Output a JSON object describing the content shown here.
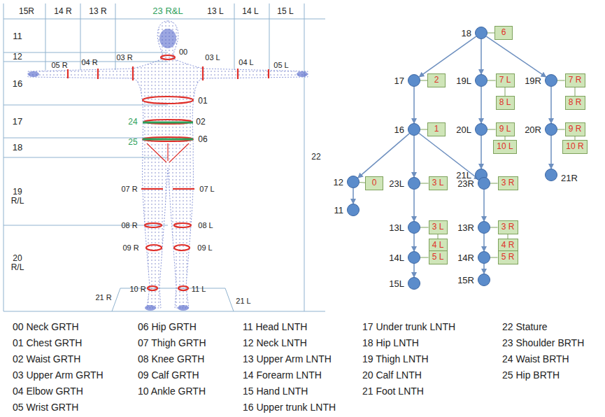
{
  "diagram": {
    "nodes": [
      {
        "text": [
          "18"
        ]
      },
      {
        "text": [
          "6"
        ]
      },
      {
        "text": [
          "17"
        ]
      },
      {
        "text": [
          "2"
        ]
      },
      {
        "text": [
          "19L"
        ]
      },
      {
        "text": [
          "7 L"
        ]
      },
      {
        "text": [
          "8 L"
        ]
      },
      {
        "text": [
          "19R"
        ]
      },
      {
        "text": [
          "7 R"
        ]
      },
      {
        "text": [
          "8 R"
        ]
      },
      {
        "text": [
          "16"
        ]
      },
      {
        "text": [
          "1"
        ]
      },
      {
        "text": [
          "20L"
        ]
      },
      {
        "text": [
          "9 L"
        ]
      },
      {
        "text": [
          "10 L"
        ]
      },
      {
        "text": [
          "20R"
        ]
      },
      {
        "text": [
          "9 R"
        ]
      },
      {
        "text": [
          "10 R"
        ]
      },
      {
        "text": [
          "21L"
        ]
      },
      {
        "text": [
          "21R"
        ]
      },
      {
        "text": [
          "12"
        ]
      },
      {
        "text": [
          "0"
        ]
      },
      {
        "text": [
          "23L"
        ]
      },
      {
        "text": [
          "3 L"
        ]
      },
      {
        "text": [
          "23R"
        ]
      },
      {
        "text": [
          "3 R"
        ]
      },
      {
        "text": [
          "11"
        ]
      },
      {
        "text": [
          "13L"
        ]
      },
      {
        "text": [
          "3 L"
        ]
      },
      {
        "text": [
          "4 L"
        ]
      },
      {
        "text": [
          "13R"
        ]
      },
      {
        "text": [
          "3 R"
        ]
      },
      {
        "text": [
          "4 R"
        ]
      },
      {
        "text": [
          "14L"
        ]
      },
      {
        "text": [
          "5 L"
        ]
      },
      {
        "text": [
          "14R"
        ]
      },
      {
        "text": [
          "5 R"
        ]
      },
      {
        "text": [
          "15L"
        ]
      },
      {
        "text": [
          "15R"
        ]
      }
    ],
    "edges": [
      {
        "from": 0,
        "to": 2,
        "arrow": "to"
      },
      {
        "from": 0,
        "to": 4,
        "arrow": "to"
      },
      {
        "from": 0,
        "to": 7,
        "arrow": "to"
      },
      {
        "from": 2,
        "to": 10,
        "arrow": "to"
      },
      {
        "from": 4,
        "to": 12,
        "arrow": "to"
      },
      {
        "from": 12,
        "to": 18,
        "arrow": "to"
      },
      {
        "from": 7,
        "to": 15,
        "arrow": "to"
      },
      {
        "from": 15,
        "to": 19,
        "arrow": "to"
      },
      {
        "from": 10,
        "to": 20,
        "arrow": "to"
      },
      {
        "from": 10,
        "to": 22,
        "arrow": "to"
      },
      {
        "from": 10,
        "to": 24,
        "arrow": "to"
      },
      {
        "from": 20,
        "to": 26,
        "arrow": "to"
      },
      {
        "from": 22,
        "to": 27,
        "arrow": "to"
      },
      {
        "from": 27,
        "to": 33,
        "arrow": "to"
      },
      {
        "from": 33,
        "to": 37,
        "arrow": "to"
      },
      {
        "from": 24,
        "to": 30,
        "arrow": "to"
      },
      {
        "from": 30,
        "to": 35,
        "arrow": "to"
      },
      {
        "from": 35,
        "to": 38,
        "arrow": "to"
      },
      {
        "from": 0,
        "to": 1,
        "arrow": "none"
      },
      {
        "from": 2,
        "to": 3,
        "arrow": "none"
      },
      {
        "from": 4,
        "to": 5,
        "arrow": "none"
      },
      {
        "from": 5,
        "to": 6,
        "arrow": "none"
      },
      {
        "from": 7,
        "to": 8,
        "arrow": "none"
      },
      {
        "from": 8,
        "to": 9,
        "arrow": "none"
      },
      {
        "from": 10,
        "to": 11,
        "arrow": "none"
      },
      {
        "from": 12,
        "to": 13,
        "arrow": "none"
      },
      {
        "from": 13,
        "to": 14,
        "arrow": "none"
      },
      {
        "from": 15,
        "to": 16,
        "arrow": "none"
      },
      {
        "from": 16,
        "to": 17,
        "arrow": "none"
      },
      {
        "from": 20,
        "to": 21,
        "arrow": "none"
      },
      {
        "from": 22,
        "to": 23,
        "arrow": "none"
      },
      {
        "from": 24,
        "to": 25,
        "arrow": "none"
      },
      {
        "from": 27,
        "to": 28,
        "arrow": "none"
      },
      {
        "from": 28,
        "to": 29,
        "arrow": "none"
      },
      {
        "from": 30,
        "to": 31,
        "arrow": "none"
      },
      {
        "from": 31,
        "to": 32,
        "arrow": "none"
      },
      {
        "from": 33,
        "to": 34,
        "arrow": "none"
      },
      {
        "from": 35,
        "to": 36,
        "arrow": "none"
      }
    ],
    "labels": [
      "15R",
      "14 R",
      "13 R",
      "23 R&L",
      "13 L",
      "14 L",
      "15 L",
      "11",
      "12",
      "16",
      "17",
      "18",
      "19 R/L",
      "20 R/L",
      "22",
      "00",
      "03 R",
      "03 L",
      "04 R",
      "04 L",
      "05 R",
      "05 L",
      "01",
      "02",
      "24",
      "25",
      "06",
      "07 R",
      "07 L",
      "08 R",
      "08 L",
      "09 R",
      "09 L",
      "10 R",
      "11 L",
      "21 R",
      "21 L",
      "00 Neck GRTH",
      "01 Chest GRTH",
      "02 Waist GRTH",
      "03 Upper Arm GRTH",
      "04 Elbow GRTH",
      "05 Wrist GRTH",
      "06 Hip GRTH",
      "07 Thigh GRTH",
      "08 Knee GRTH",
      "09 Calf GRTH",
      "10 Ankle GRTH",
      "11 Head LNTH",
      "12 Neck LNTH",
      "13 Upper Arm LNTH",
      "14 Forearm LNTH",
      "15 Hand LNTH",
      "16 Upper trunk LNTH",
      "17 Under trunk LNTH",
      "18 Hip LNTH",
      "19 Thigh LNTH",
      "20 Calf LNTH",
      "21 Foot LNTH",
      "22 Stature",
      "23 Shoulder BRTH",
      "24 Waist BRTH",
      "25 Hip BRTH"
    ]
  }
}
